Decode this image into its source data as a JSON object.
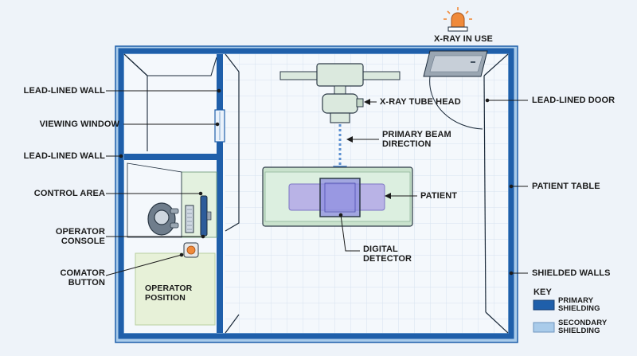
{
  "warning_sign": {
    "label": "X-RAY IN USE",
    "icon": "warning-light-icon"
  },
  "left_labels": {
    "lead_lined_wall_1": "LEAD-LINED WALL",
    "viewing_window": "VIEWING WINDOW",
    "lead_lined_wall_2": "LEAD-LINED WALL",
    "control_area": "CONTROL AREA",
    "operator_console": "OPERATOR\nCONSOLE",
    "comator_button": "COMATOR\nBUTTON"
  },
  "operator_position": "OPERATOR\nPOSITION",
  "center_labels": {
    "xray_tube_head": "X-RAY TUBE HEAD",
    "primary_beam_direction": "PRIMARY BEAM\nDIRECTION",
    "patient": "PATIENT",
    "digital_detector": "DIGITAL\nDETECTOR"
  },
  "right_labels": {
    "lead_lined_door": "LEAD-LINED DOOR",
    "patient_table": "PATIENT TABLE",
    "shielded_walls": "SHIELDED WALLS"
  },
  "key": {
    "title": "KEY",
    "items": [
      {
        "label": "PRIMARY\nSHIELDING",
        "color": "#1f5faa"
      },
      {
        "label": "SECONDARY\nSHIELDING",
        "color": "#a9cbea"
      }
    ]
  },
  "colors": {
    "primary_shielding": "#1f5faa",
    "secondary_shielding": "#a9cbea",
    "room_floor": "#f4f8fc",
    "grid_line": "#d6e2ef",
    "table_green": "#dcefe0",
    "patient_purple": "#b9b3e6",
    "detector_blue": "#8f8fe0",
    "operator_area": "#e7f1d8",
    "warning_orange": "#f08a3a"
  }
}
